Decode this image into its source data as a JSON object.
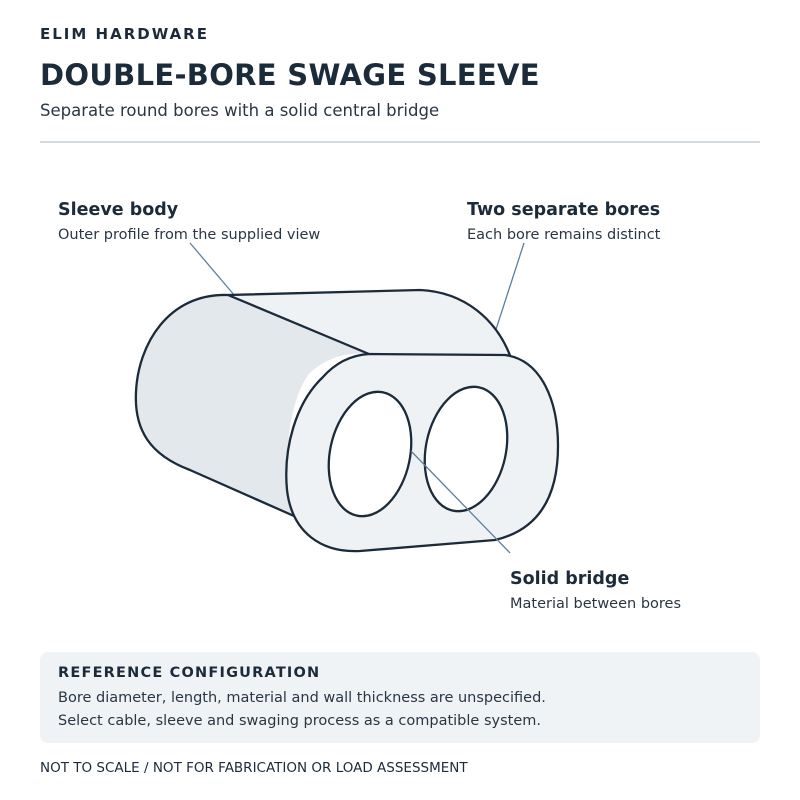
{
  "header": {
    "brand": "ELIM HARDWARE",
    "title": "DOUBLE-BORE SWAGE SLEEVE",
    "subtitle": "Separate round bores with a solid central bridge"
  },
  "callouts": {
    "sleeve_body": {
      "title": "Sleeve body",
      "description": "Outer profile from the supplied view"
    },
    "bores": {
      "title": "Two separate bores",
      "description": "Each bore remains distinct"
    },
    "bridge": {
      "title": "Solid bridge",
      "description": "Material between bores"
    }
  },
  "reference": {
    "title": "REFERENCE CONFIGURATION",
    "line1": "Bore diameter, length, material and wall thickness are unspecified.",
    "line2": "Select cable, sleeve and swaging process as a compatible system."
  },
  "footer": "NOT TO SCALE / NOT FOR FABRICATION OR LOAD ASSESSMENT",
  "colors": {
    "ink": "#1c2b3a",
    "leader": "#5f7f99",
    "side_fill": "#e3e8ed",
    "face_fill": "#eef2f5",
    "panel": "#eff3f6",
    "rule": "#d3dbe2"
  }
}
